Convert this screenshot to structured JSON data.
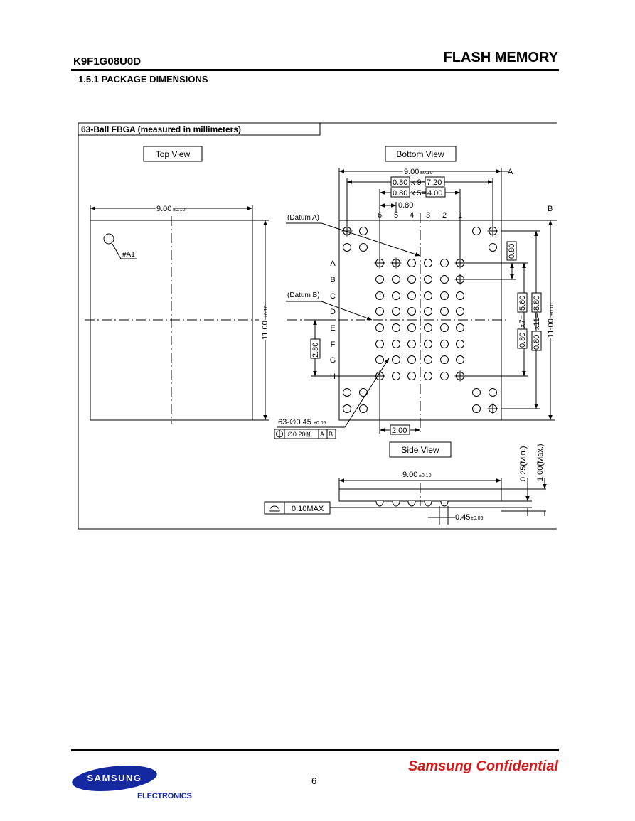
{
  "header": {
    "part_number": "K9F1G08U0D",
    "doc_type": "FLASH MEMORY",
    "section_title": "1.5.1  PACKAGE DIMENSIONS"
  },
  "figure": {
    "title": "63-Ball FBGA (measured in millimeters)",
    "top_view_label": "Top View",
    "bottom_view_label": "Bottom View",
    "side_view_label": "Side View",
    "a1_marker": "#A1",
    "datum_a": "(Datum A)",
    "datum_b": "(Datum B)",
    "datum_a_letter": "A",
    "datum_b_letter": "B",
    "dim_900": "9.00",
    "dim_1100": "11.00",
    "tol_010": "±0.10",
    "tol_005": "±0.05",
    "dim_pitch": "0.80",
    "dim_x9": "x 9=",
    "dim_720": "7.20",
    "dim_x5": "x 5=",
    "dim_400": "4.00",
    "dim_x7": "x7=",
    "dim_560": "5.60",
    "dim_x11": "x11=",
    "dim_880": "8.80",
    "dim_280": "2.80",
    "dim_200": "2.00",
    "ball_spec": "63-∅0.45",
    "tolerance_frame": [
      "∅0.20Ⓜ",
      "A",
      "B"
    ],
    "flatness": "0.10MAX",
    "standoff_min": "0.25(Min.)",
    "height_max": "1.00(Max.)",
    "ball_dia": "0.45",
    "col_labels": [
      "6",
      "5",
      "4",
      "3",
      "2",
      "1"
    ],
    "row_labels": [
      "A",
      "B",
      "C",
      "D",
      "E",
      "F",
      "G",
      "H"
    ]
  },
  "footer": {
    "confidential": "Samsung Confidential",
    "page": "6",
    "logo_text": "SAMSUNG",
    "logo_sub": "ELECTRONICS"
  },
  "colors": {
    "confidential": "#d21c1c",
    "logo": "#1428a0"
  }
}
